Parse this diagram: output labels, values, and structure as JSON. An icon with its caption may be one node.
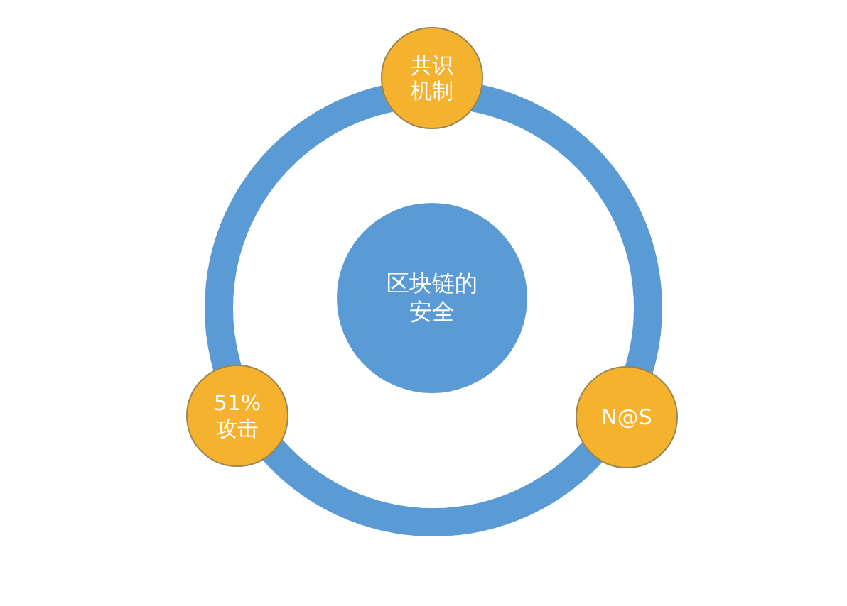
{
  "diagram": {
    "nodes": [
      {
        "text": [
          "共识机制"
        ]
      },
      {
        "text": [
          "区块链的安全"
        ]
      },
      {
        "text": [
          "51%攻击"
        ]
      },
      {
        "text": [
          "N@S"
        ]
      }
    ],
    "edges": [
      {
        "from": 0,
        "to": 3,
        "arrow": "none"
      },
      {
        "from": 3,
        "to": 2,
        "arrow": "none"
      },
      {
        "from": 2,
        "to": 0,
        "arrow": "none"
      }
    ]
  }
}
